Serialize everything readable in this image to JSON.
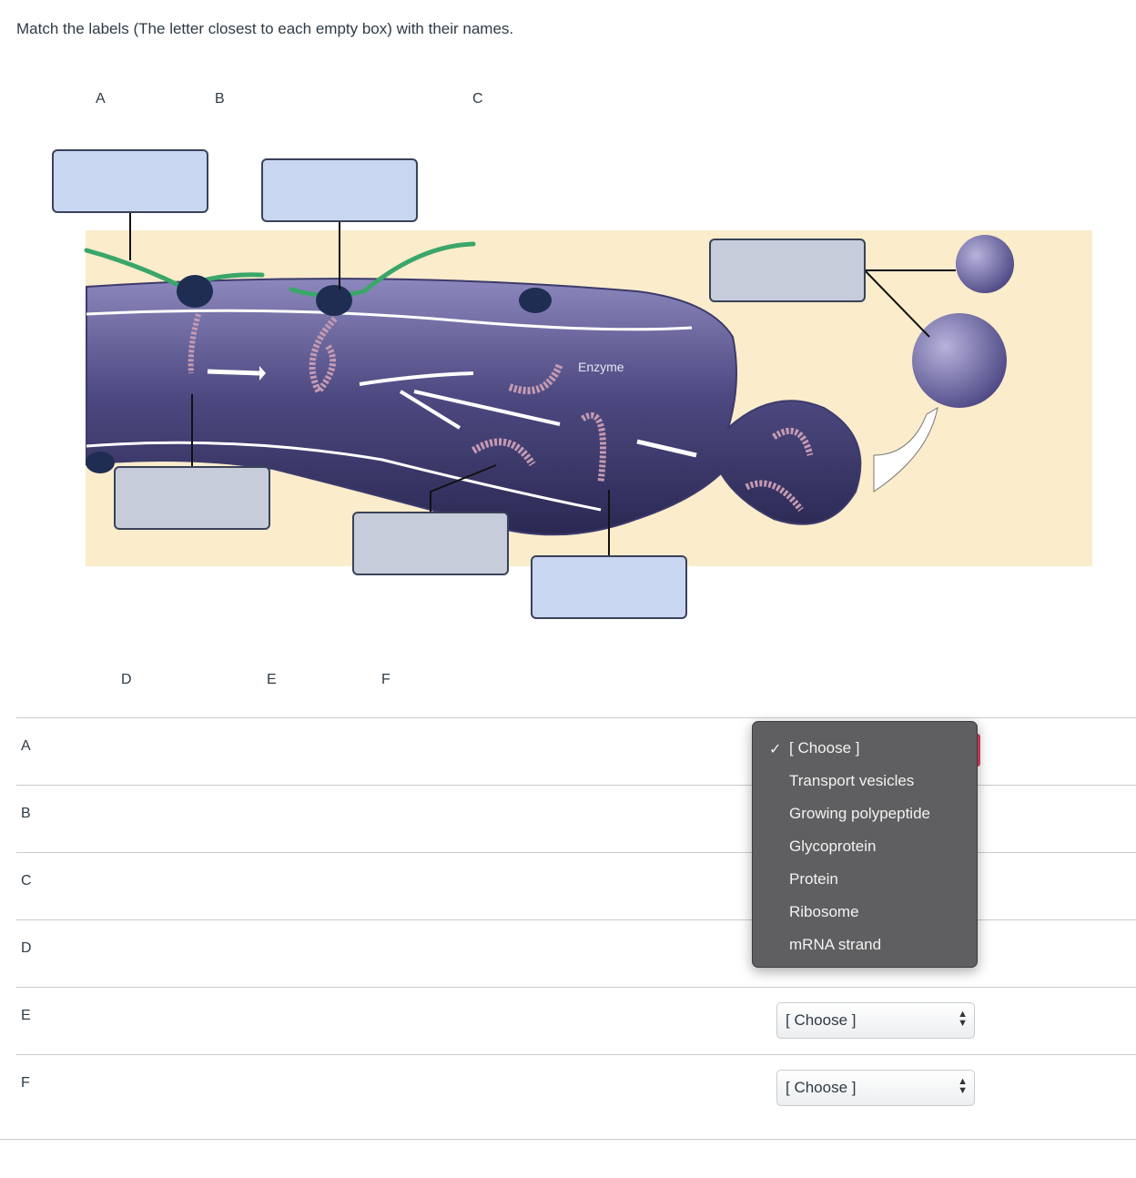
{
  "question": {
    "prompt": "Match the labels (The letter closest to each empty box) with their names."
  },
  "diagram": {
    "top_letters": [
      "A",
      "B",
      "C"
    ],
    "bottom_letters": [
      "D",
      "E",
      "F"
    ],
    "enzyme_label": "Enzyme"
  },
  "rows": [
    {
      "letter": "A"
    },
    {
      "letter": "B"
    },
    {
      "letter": "C"
    },
    {
      "letter": "D"
    },
    {
      "letter": "E",
      "selected": "[ Choose ]"
    },
    {
      "letter": "F",
      "selected": "[ Choose ]"
    }
  ],
  "dropdown": {
    "options": [
      "[ Choose ]",
      "Transport vesicles",
      "Growing polypeptide",
      "Glycoprotein",
      "Protein",
      "Ribosome",
      "mRNA strand"
    ],
    "checked_index": 0,
    "check_glyph": "✓"
  },
  "colors": {
    "background_panel": "#fbeccb",
    "er_membrane": "#5f5c96",
    "label_box_blue": "#c9d6f2",
    "label_box_gray": "#c7ccdb",
    "mrna_green": "#3aa66a",
    "polypeptide_pink": "#c49ab2",
    "dropdown_bg": "#5f5f61"
  }
}
